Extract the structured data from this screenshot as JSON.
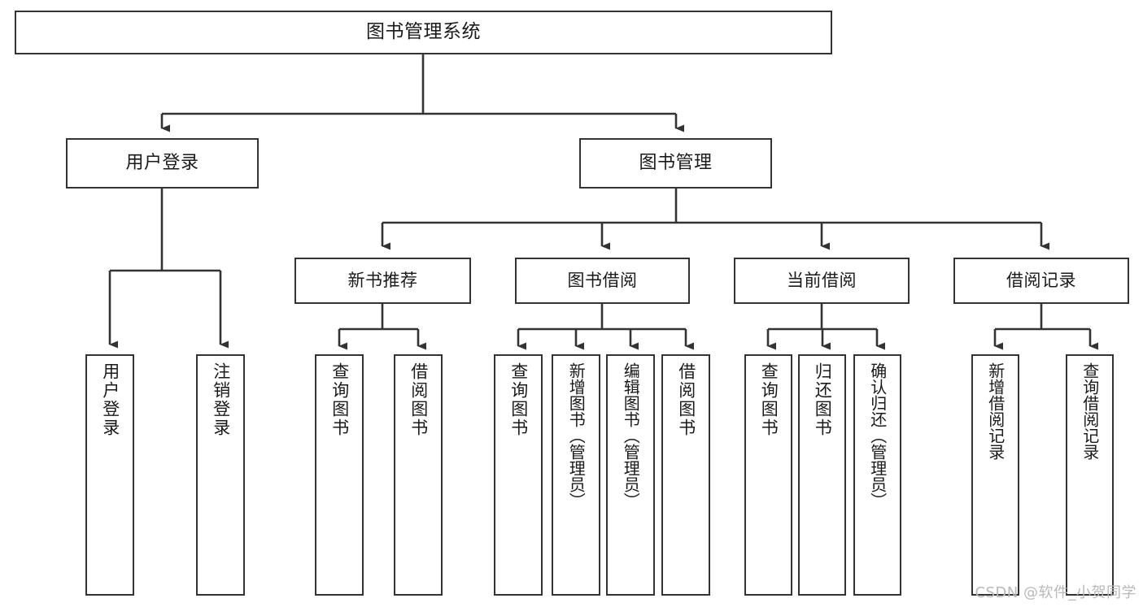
{
  "diagram": {
    "title": "图书管理系统",
    "watermark": "CSDN @软件_小贺同学",
    "colors": {
      "box_border": "#333333",
      "box_fill": "#ffffff",
      "edge": "#333333",
      "text": "#1a1a1a",
      "watermark": "#b9b9b9",
      "background": "#ffffff"
    },
    "nodes": {
      "root": {
        "label": "图书管理系统"
      },
      "level1": [
        {
          "id": "user-login",
          "label": "用户登录"
        },
        {
          "id": "book-management",
          "label": "图书管理"
        }
      ],
      "level2": [
        {
          "id": "new-book-recommend",
          "label": "新书推荐"
        },
        {
          "id": "book-borrow",
          "label": "图书借阅"
        },
        {
          "id": "current-borrow",
          "label": "当前借阅"
        },
        {
          "id": "borrow-record",
          "label": "借阅记录"
        }
      ],
      "leaves": {
        "user_login": [
          {
            "id": "leaf-user-login",
            "label": "用户登录"
          },
          {
            "id": "leaf-logout-login",
            "label": "注销登录"
          }
        ],
        "new_book_recommend": [
          {
            "id": "leaf-query-book-1",
            "label": "查询图书"
          },
          {
            "id": "leaf-borrow-book-1",
            "label": "借阅图书"
          }
        ],
        "book_borrow": [
          {
            "id": "leaf-query-book-2",
            "label": "查询图书"
          },
          {
            "id": "leaf-add-book-admin",
            "label": "新增图书（管理员）"
          },
          {
            "id": "leaf-edit-book-admin",
            "label": "编辑图书（管理员）"
          },
          {
            "id": "leaf-borrow-book-2",
            "label": "借阅图书"
          }
        ],
        "current_borrow": [
          {
            "id": "leaf-query-book-3",
            "label": "查询图书"
          },
          {
            "id": "leaf-return-book",
            "label": "归还图书"
          },
          {
            "id": "leaf-confirm-return-admin",
            "label": "确认归还（管理员）"
          }
        ],
        "borrow_record": [
          {
            "id": "leaf-add-borrow-record",
            "label": "新增借阅记录"
          },
          {
            "id": "leaf-query-borrow-record",
            "label": "查询借阅记录"
          }
        ]
      }
    }
  }
}
